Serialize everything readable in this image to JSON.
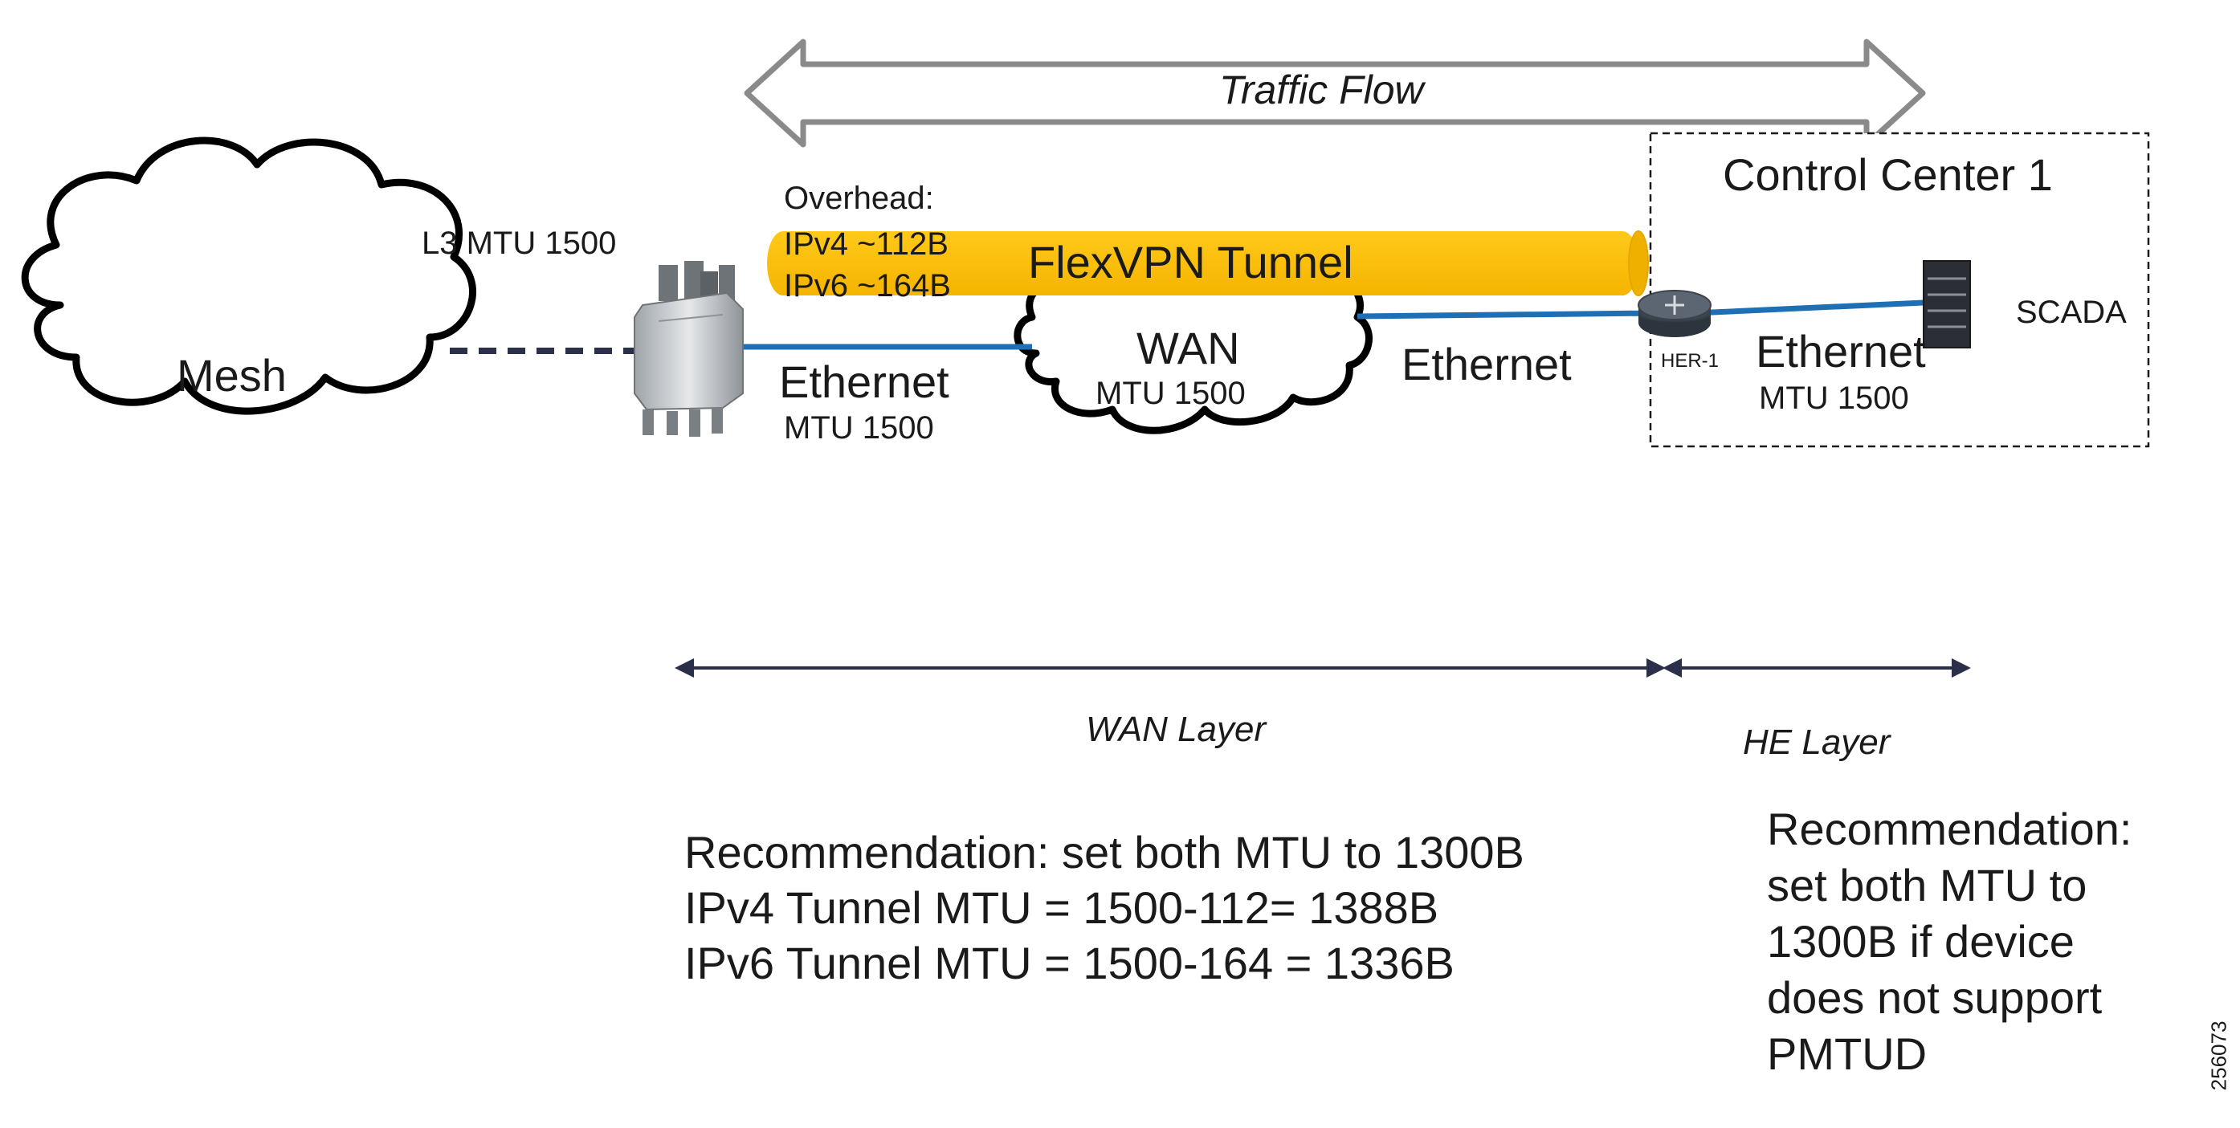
{
  "traffic_flow": {
    "label": "Traffic Flow"
  },
  "mesh": {
    "label": "Mesh",
    "mtu_label": "L3 MTU 1500"
  },
  "overhead": {
    "title": "Overhead:",
    "ipv4": "IPv4 ~112B",
    "ipv6": "IPv6 ~164B"
  },
  "tunnel": {
    "label": "FlexVPN Tunnel",
    "color": "#FFBF00"
  },
  "router_link": {
    "medium": "Ethernet",
    "mtu": "MTU 1500"
  },
  "wan": {
    "label": "WAN",
    "mtu": "MTU 1500",
    "ethernet_label": "Ethernet"
  },
  "control_center": {
    "title": "Control Center 1",
    "her_label": "HER-1",
    "scada_label": "SCADA",
    "medium": "Ethernet",
    "mtu": "MTU 1500"
  },
  "layers": {
    "wan": "WAN Layer",
    "he": "HE Layer"
  },
  "recommendations": {
    "wan": {
      "line1": "Recommendation: set both MTU to 1300B",
      "line2": "IPv4 Tunnel MTU = 1500-112= 1388B",
      "line3": "IPv6 Tunnel MTU = 1500-164 = 1336B"
    },
    "he": {
      "text": "Recommendation:\nset both MTU to\n1300B if device\ndoes not support\nPMTUD"
    }
  },
  "figure_id": "256073",
  "colors": {
    "link": "#1F6FB5",
    "dashed_link": "#2B2F4A",
    "arrow": "#8A8A8A",
    "layer_arrow": "#2B2F4A",
    "text": "#1A1A1A"
  }
}
